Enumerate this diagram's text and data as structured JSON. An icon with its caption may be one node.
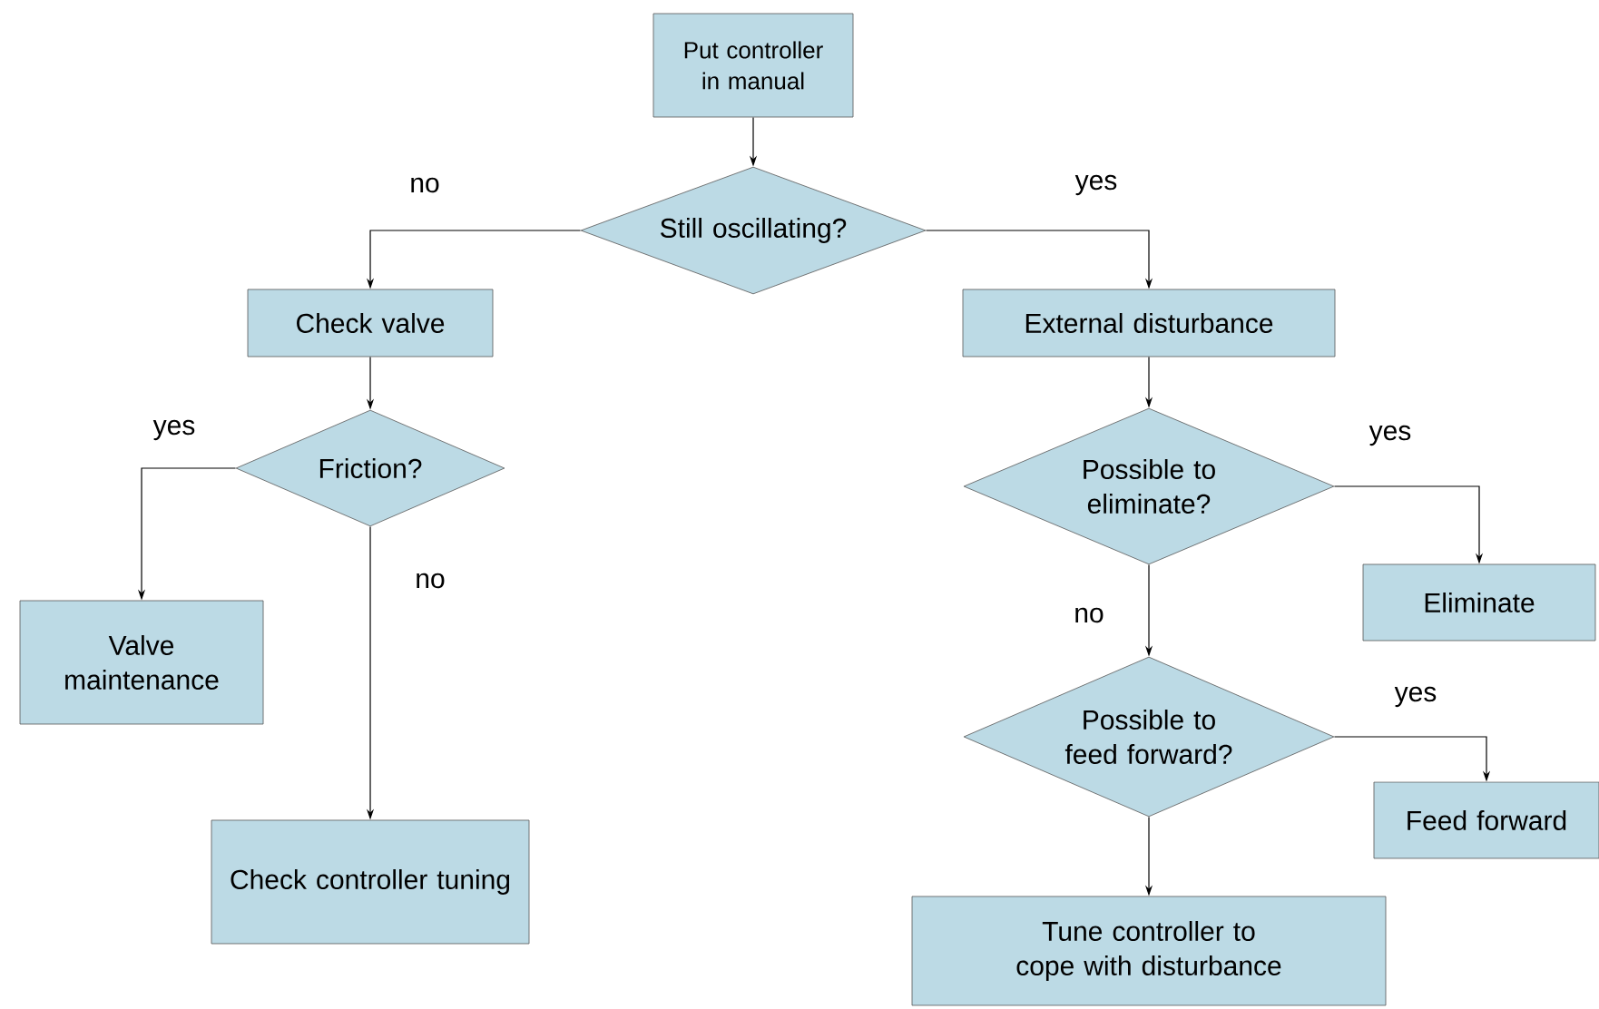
{
  "diagram": {
    "nodes": [
      {
        "text": [
          "Put controller in manual"
        ]
      },
      {
        "text": [
          "Still oscillating?"
        ]
      },
      {
        "text": [
          "Check valve"
        ]
      },
      {
        "text": [
          "External disturbance"
        ]
      },
      {
        "text": [
          "Friction?"
        ]
      },
      {
        "text": [
          "Possible to eliminate?"
        ]
      },
      {
        "text": [
          "Eliminate"
        ]
      },
      {
        "text": [
          "Valve maintenance"
        ]
      },
      {
        "text": [
          "Possible to feed forward?"
        ]
      },
      {
        "text": [
          "Feed forward"
        ]
      },
      {
        "text": [
          "Check controller tuning"
        ]
      },
      {
        "text": [
          "Tune controller to cope with disturbance"
        ]
      }
    ],
    "edges": [
      {
        "from": 0,
        "to": 1,
        "arrow": "to"
      },
      {
        "from": 1,
        "to": 2,
        "arrow": "to",
        "label": "no"
      },
      {
        "from": 1,
        "to": 3,
        "arrow": "to",
        "label": "yes"
      },
      {
        "from": 2,
        "to": 4,
        "arrow": "to"
      },
      {
        "from": 4,
        "to": 7,
        "arrow": "to",
        "label": "yes"
      },
      {
        "from": 4,
        "to": 10,
        "arrow": "to",
        "label": "no"
      },
      {
        "from": 3,
        "to": 5,
        "arrow": "to"
      },
      {
        "from": 5,
        "to": 6,
        "arrow": "to",
        "label": "yes"
      },
      {
        "from": 5,
        "to": 8,
        "arrow": "to",
        "label": "no"
      },
      {
        "from": 8,
        "to": 9,
        "arrow": "to",
        "label": "yes"
      },
      {
        "from": 8,
        "to": 11,
        "arrow": "to"
      }
    ]
  }
}
